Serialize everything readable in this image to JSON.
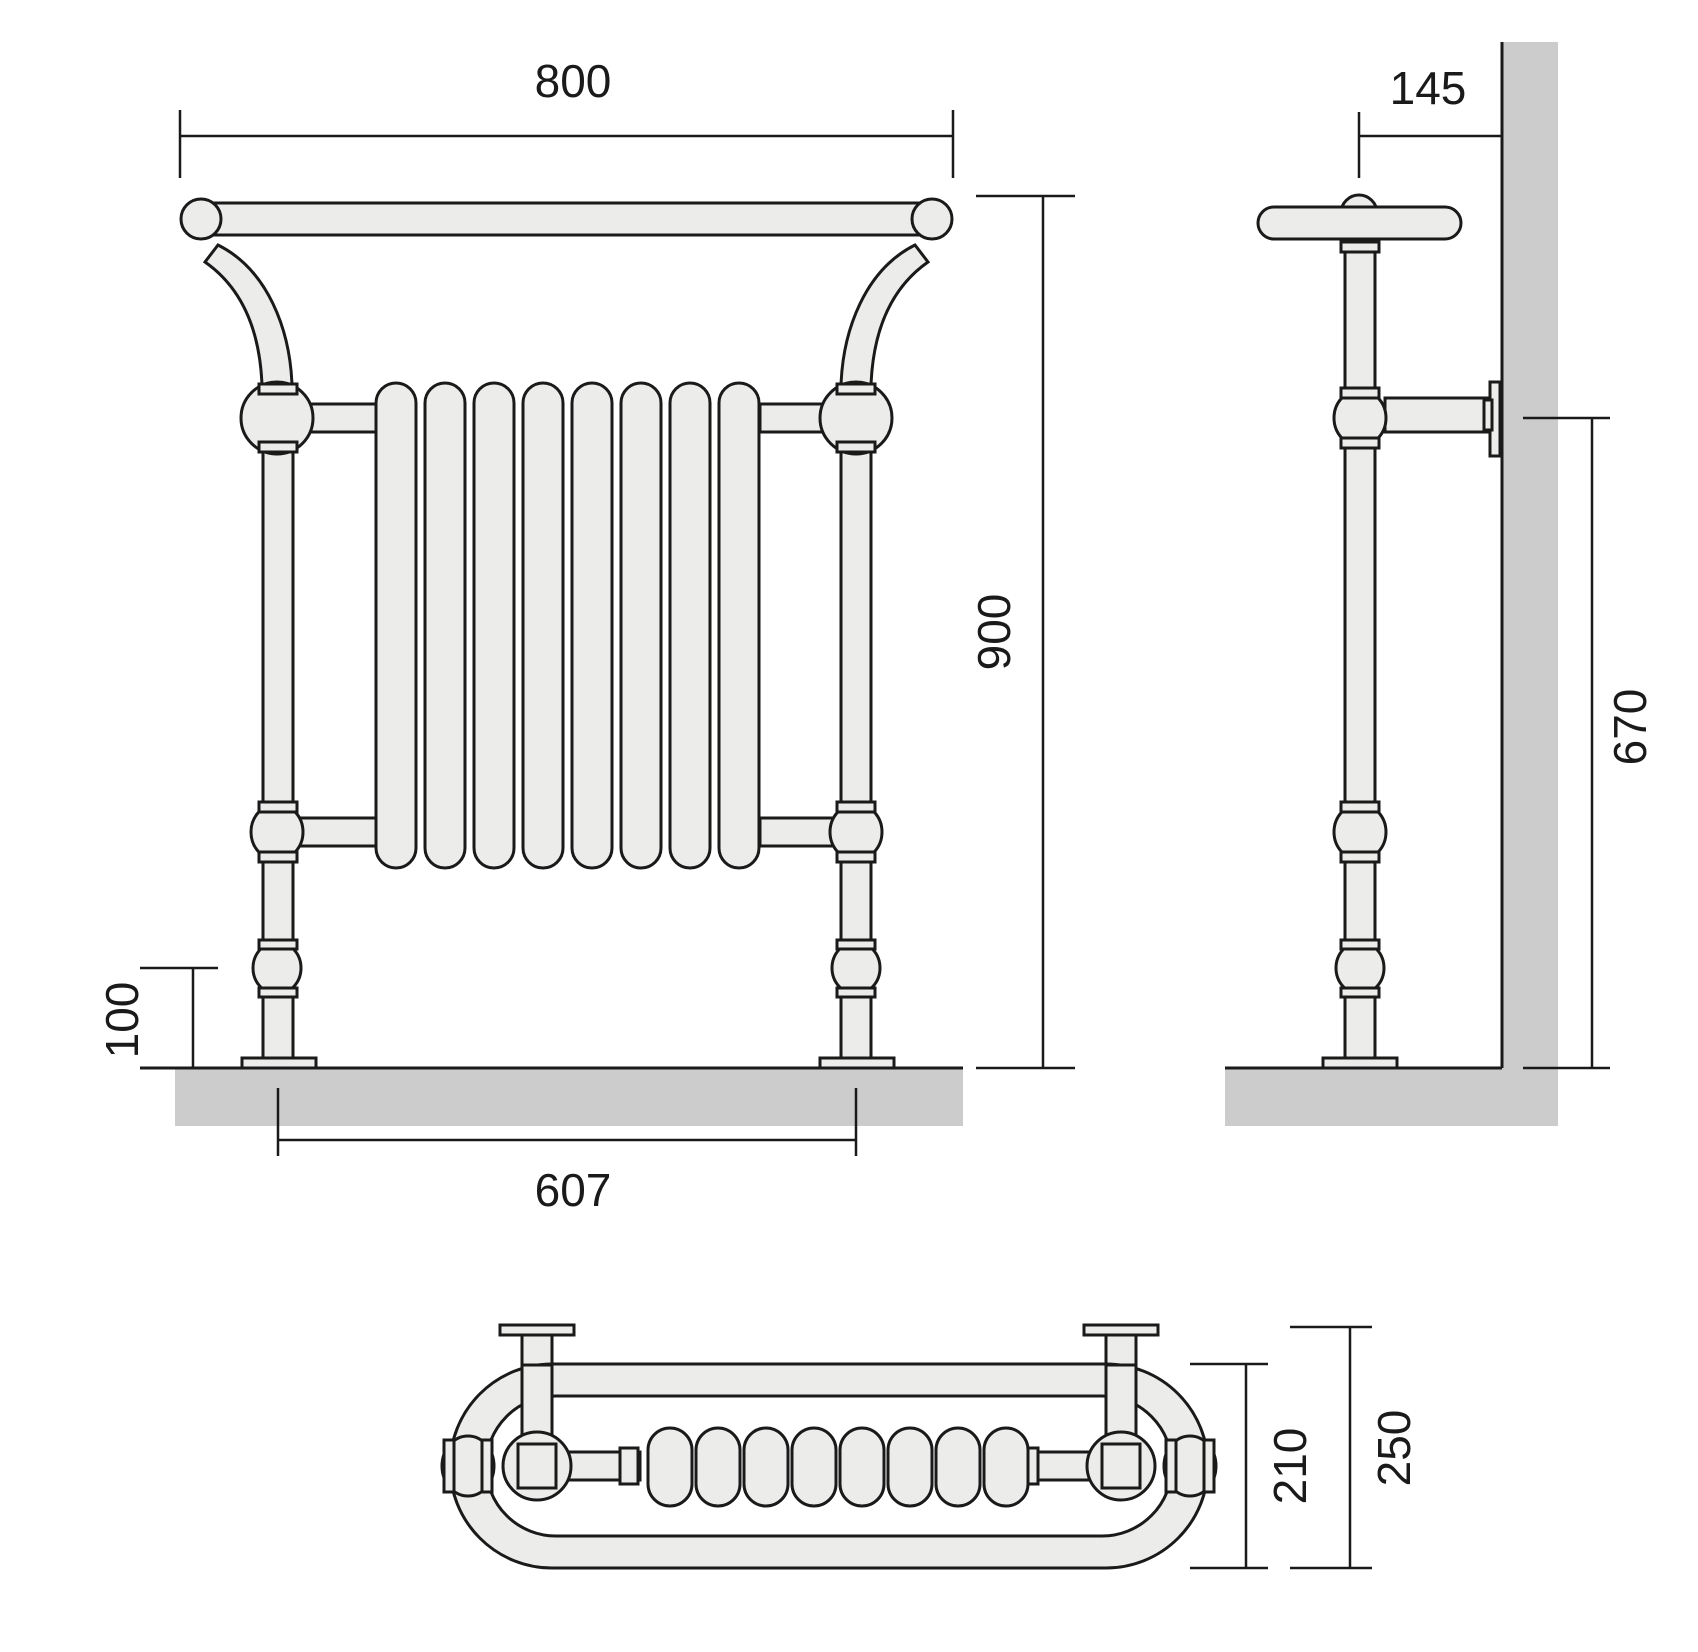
{
  "dimensions": {
    "overall_width": "800",
    "overall_height": "900",
    "foot_height": "100",
    "foot_spacing": "607",
    "wall_projection": "145",
    "wall_bracket_height": "670",
    "inner_depth": "210",
    "outer_depth": "250"
  },
  "colors": {
    "floor_wall": "#cccccc",
    "pipe_fill": "#ececea",
    "stroke": "#1a1a1a",
    "background": "#ffffff"
  }
}
